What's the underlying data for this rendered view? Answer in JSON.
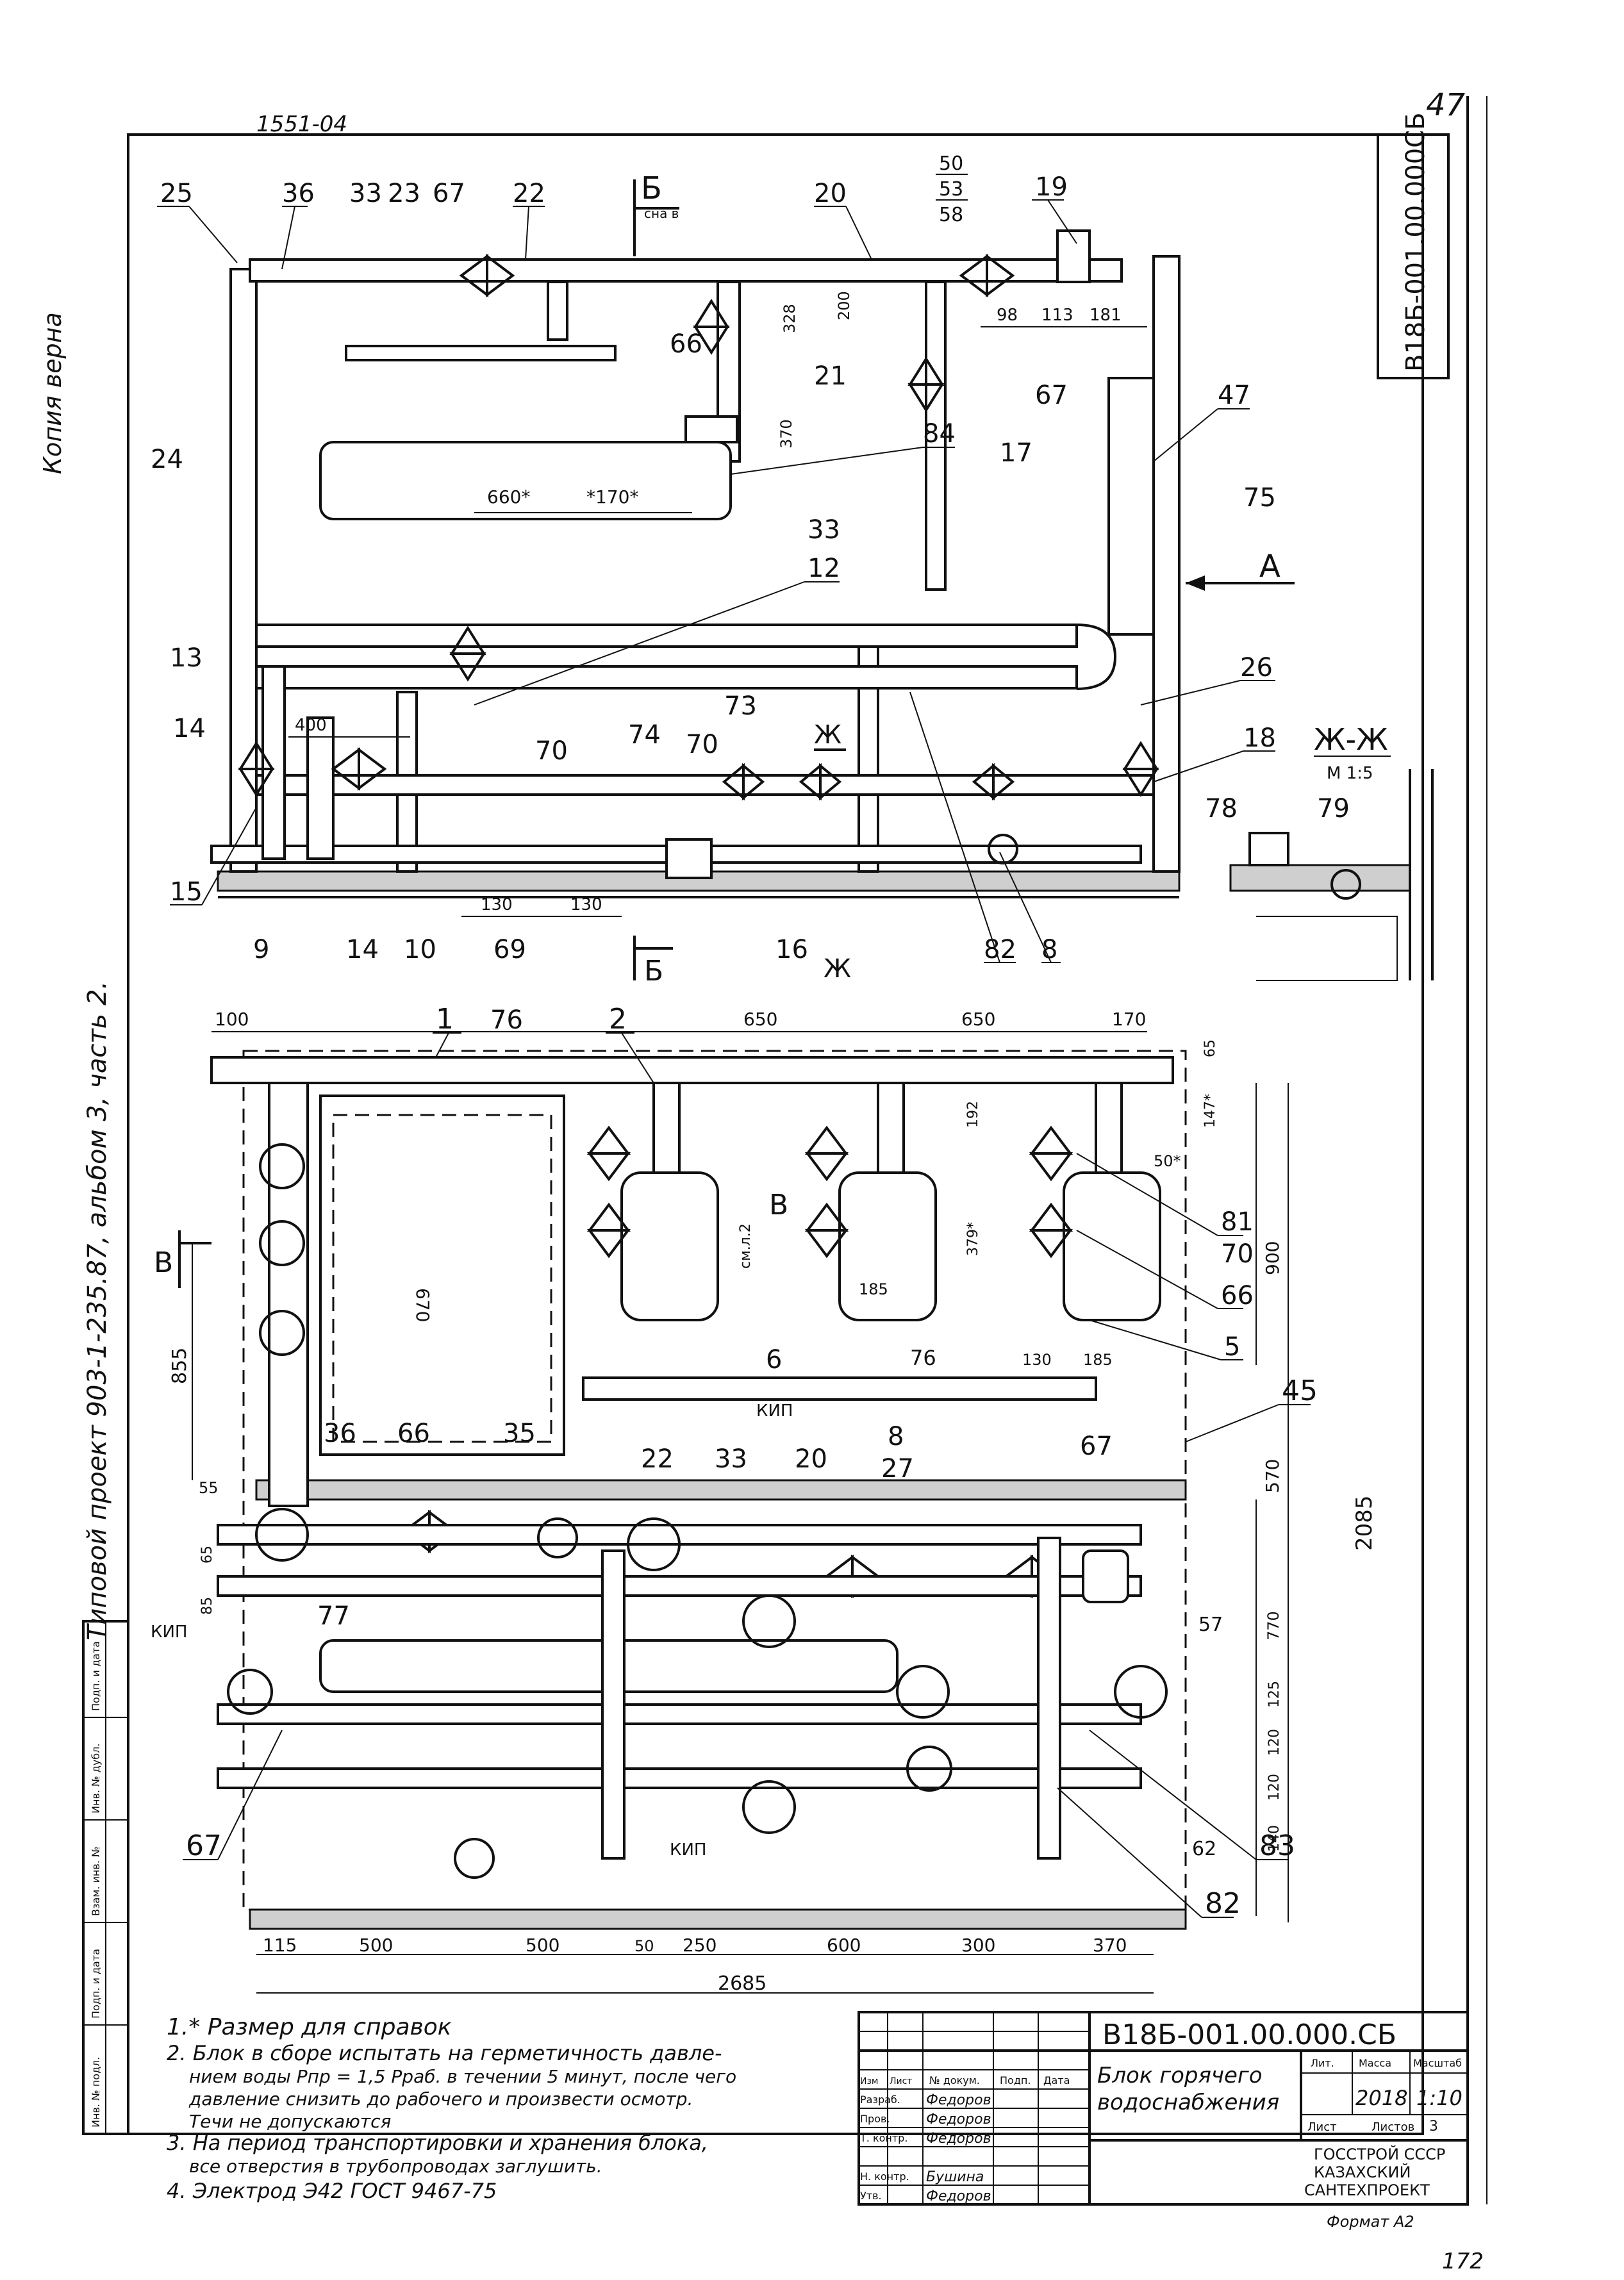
{
  "top_stamp": "1551-04",
  "side_stamp": "В18Б-001.00.000СБ",
  "side_page_mark": "47",
  "left_margin_text": "Копия верна",
  "left_vertical_title": "Типовой проект 903-1-235.87, альбом 3, часть 2.",
  "top_view": {
    "section_label": "Б",
    "section_label_sub": "сна в",
    "leaders": [
      {
        "id": "l25",
        "text": "25"
      },
      {
        "id": "l36",
        "text": "36"
      },
      {
        "id": "l33a",
        "text": "33"
      },
      {
        "id": "l23",
        "text": "23"
      },
      {
        "id": "l67a",
        "text": "67"
      },
      {
        "id": "l22",
        "text": "22"
      },
      {
        "id": "l20",
        "text": "20"
      },
      {
        "id": "l19",
        "text": "19"
      },
      {
        "id": "l66",
        "text": "66"
      },
      {
        "id": "l21",
        "text": "21"
      },
      {
        "id": "l67b",
        "text": "67"
      },
      {
        "id": "l47",
        "text": "47"
      },
      {
        "id": "l24",
        "text": "24"
      },
      {
        "id": "l84",
        "text": "84"
      },
      {
        "id": "l17",
        "text": "17"
      },
      {
        "id": "l75",
        "text": "75"
      },
      {
        "id": "l33b",
        "text": "33"
      },
      {
        "id": "l12",
        "text": "12"
      },
      {
        "id": "l13",
        "text": "13"
      },
      {
        "id": "l26",
        "text": "26"
      },
      {
        "id": "l14a",
        "text": "14"
      },
      {
        "id": "l18",
        "text": "18"
      },
      {
        "id": "l70a",
        "text": "70"
      },
      {
        "id": "l74",
        "text": "74"
      },
      {
        "id": "l70b",
        "text": "70"
      },
      {
        "id": "l73",
        "text": "73"
      },
      {
        "id": "l15",
        "text": "15"
      },
      {
        "id": "l9",
        "text": "9"
      },
      {
        "id": "l14b",
        "text": "14"
      },
      {
        "id": "l10",
        "text": "10"
      },
      {
        "id": "l69",
        "text": "69"
      },
      {
        "id": "l16",
        "text": "16"
      },
      {
        "id": "l82",
        "text": "82"
      },
      {
        "id": "l8",
        "text": "8"
      }
    ],
    "fraction": [
      "50",
      "53",
      "58"
    ],
    "dims": [
      {
        "id": "d328",
        "text": "328"
      },
      {
        "id": "d200",
        "text": "200"
      },
      {
        "id": "d370",
        "text": "370"
      },
      {
        "id": "d660",
        "text": "660*"
      },
      {
        "id": "d170",
        "text": "*170*"
      },
      {
        "id": "d98",
        "text": "98"
      },
      {
        "id": "d113",
        "text": "113"
      },
      {
        "id": "d181",
        "text": "181"
      },
      {
        "id": "d400",
        "text": "400"
      },
      {
        "id": "d130a",
        "text": "130"
      },
      {
        "id": "d130b",
        "text": "130"
      }
    ],
    "arrow_a": "А",
    "arrow_zh": "Ж",
    "section_b_bottom": "Б",
    "section_zh_bottom": "Ж"
  },
  "detail_view": {
    "title": "Ж-Ж",
    "scale": "М 1:5",
    "leaders": [
      {
        "id": "l78",
        "text": "78"
      },
      {
        "id": "l79",
        "text": "79"
      }
    ]
  },
  "plan_view": {
    "leaders": [
      {
        "id": "p1",
        "text": "1"
      },
      {
        "id": "p76a",
        "text": "76"
      },
      {
        "id": "p2",
        "text": "2"
      },
      {
        "id": "p81",
        "text": "81"
      },
      {
        "id": "p70",
        "text": "70"
      },
      {
        "id": "p66a",
        "text": "66"
      },
      {
        "id": "p5",
        "text": "5"
      },
      {
        "id": "p6",
        "text": "6"
      },
      {
        "id": "p76b",
        "text": "76"
      },
      {
        "id": "p45",
        "text": "45"
      },
      {
        "id": "p36",
        "text": "36"
      },
      {
        "id": "p66b",
        "text": "66"
      },
      {
        "id": "p35",
        "text": "35"
      },
      {
        "id": "p22",
        "text": "22"
      },
      {
        "id": "p33",
        "text": "33"
      },
      {
        "id": "p20",
        "text": "20"
      },
      {
        "id": "p8",
        "text": "8"
      },
      {
        "id": "p27",
        "text": "27"
      },
      {
        "id": "p67a",
        "text": "67"
      },
      {
        "id": "p77",
        "text": "77"
      },
      {
        "id": "p57",
        "text": "57"
      },
      {
        "id": "p67b",
        "text": "67"
      },
      {
        "id": "p83",
        "text": "83"
      },
      {
        "id": "p62",
        "text": "62"
      },
      {
        "id": "p82",
        "text": "82"
      }
    ],
    "kip_labels": [
      "КИП",
      "КИП",
      "КИП"
    ],
    "section_b": "В",
    "section_b2": "В",
    "sheet_ref": "см.л.2",
    "dims": [
      {
        "id": "q100",
        "text": "100"
      },
      {
        "id": "q650a",
        "text": "650"
      },
      {
        "id": "q650b",
        "text": "650"
      },
      {
        "id": "q170",
        "text": "170"
      },
      {
        "id": "q65a",
        "text": "65"
      },
      {
        "id": "q147",
        "text": "147*"
      },
      {
        "id": "q192",
        "text": "192"
      },
      {
        "id": "q50",
        "text": "50*"
      },
      {
        "id": "q379",
        "text": "379*"
      },
      {
        "id": "q900",
        "text": "900"
      },
      {
        "id": "q670",
        "text": "670"
      },
      {
        "id": "q185a",
        "text": "185"
      },
      {
        "id": "q185b",
        "text": "185"
      },
      {
        "id": "q130",
        "text": "130"
      },
      {
        "id": "q855",
        "text": "855"
      },
      {
        "id": "q2085",
        "text": "2085"
      },
      {
        "id": "q570",
        "text": "570"
      },
      {
        "id": "q55",
        "text": "55"
      },
      {
        "id": "q65b",
        "text": "65"
      },
      {
        "id": "q85",
        "text": "85"
      },
      {
        "id": "q770",
        "text": "770"
      },
      {
        "id": "q125",
        "text": "125"
      },
      {
        "id": "q120a",
        "text": "120"
      },
      {
        "id": "q120b",
        "text": "120"
      },
      {
        "id": "q140",
        "text": "140"
      },
      {
        "id": "q115",
        "text": "115"
      },
      {
        "id": "q500a",
        "text": "500"
      },
      {
        "id": "q500b",
        "text": "500"
      },
      {
        "id": "q50b",
        "text": "50"
      },
      {
        "id": "q250",
        "text": "250"
      },
      {
        "id": "q600",
        "text": "600"
      },
      {
        "id": "q300",
        "text": "300"
      },
      {
        "id": "q370",
        "text": "370"
      },
      {
        "id": "q2685",
        "text": "2685"
      }
    ]
  },
  "notes": [
    "1.* Размер для справок",
    "2. Блок в сборе испытать на герметичность давле-",
    "нием воды Рпр = 1,5 Рраб. в течении 5 минут, после чего",
    "давление снизить до рабочего и произвести осмотр.",
    "Течи не допускаются",
    "3. На период транспортировки и хранения блока,",
    "все отверстия в трубопроводах заглушить.",
    "4. Электрод Э42 ГОСТ 9467-75"
  ],
  "title_block": {
    "code": "В18Б-001.00.000.СБ",
    "name_line1": "Блок горячего",
    "name_line2": "водоснабжения",
    "col_headers": [
      "Изм",
      "Лист",
      "№ докум.",
      "Подп.",
      "Дата"
    ],
    "rows": [
      {
        "role": "Разраб.",
        "name": "Федоров"
      },
      {
        "role": "Пров.",
        "name": "Федоров"
      },
      {
        "role": "Т. контр.",
        "name": "Федоров"
      },
      {
        "role": "Н. контр.",
        "name": "Бушина"
      },
      {
        "role": "Утв.",
        "name": "Федоров"
      }
    ],
    "lit_label": "Лит.",
    "mass_label": "Масса",
    "scale_label": "Масштаб",
    "mass": "2018",
    "scale": "1:10",
    "sheet_label": "Лист",
    "sheets_label": "Листов",
    "sheets_count": "3",
    "org1": "ГОССТРОЙ СССР",
    "org2": "КАЗАХСКИЙ",
    "org3": "САНТЕХПРОЕКТ",
    "format": "Формат А2"
  },
  "left_stamp_cols": [
    "Инв. № подл.",
    "Подп. и дата",
    "Взам. инв. №",
    "Инв. № дубл.",
    "Подп. и дата"
  ],
  "page_number": "172"
}
